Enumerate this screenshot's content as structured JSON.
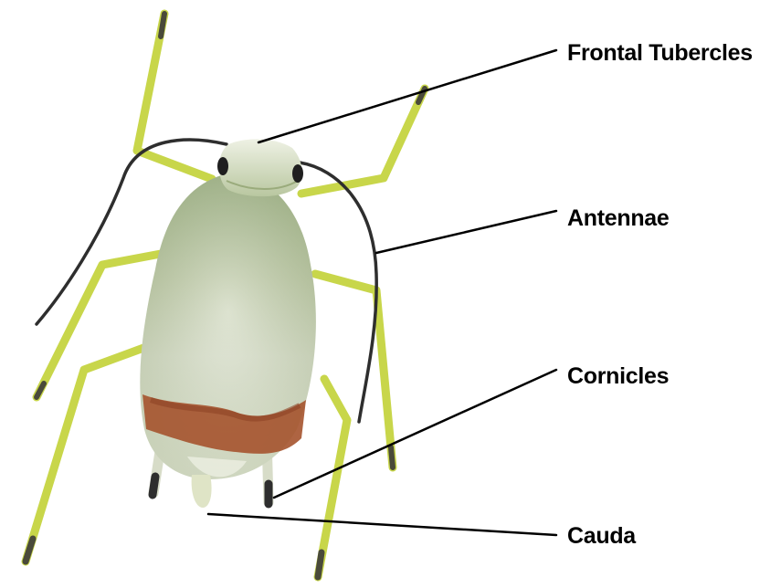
{
  "labels": {
    "frontal_tubercles": "Frontal Tubercles",
    "antennae": "Antennae",
    "cornicles": "Cornicles",
    "cauda": "Cauda"
  },
  "colors": {
    "background": "#ffffff",
    "leader_line": "#000000",
    "label_text": "#000000",
    "body_green": "#b9c7a2",
    "body_pale": "#e3e8d6",
    "abdomen_band": "#a5532d",
    "leg_yellow_green": "#c9d84a",
    "antenna_dark": "#2b2b2b"
  },
  "illustration": {
    "subject": "aphid",
    "icon": "aphid-illustration"
  }
}
